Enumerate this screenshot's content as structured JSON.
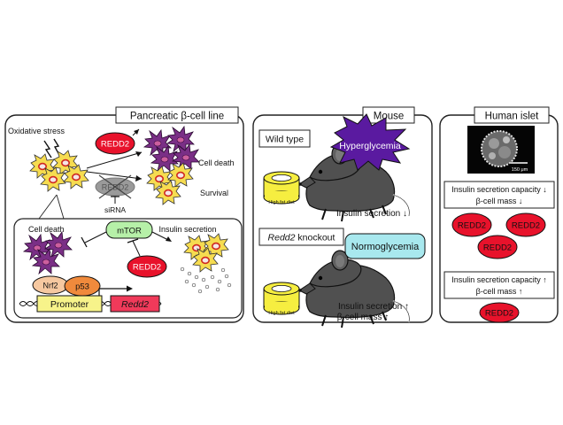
{
  "panels": {
    "beta": {
      "title": "Pancreatic β-cell line",
      "oxidative_stress": "Oxidative stress",
      "cell_death": "Cell death",
      "survival": "Survival",
      "sirna": "siRNA",
      "redd2": "REDD2",
      "inset": {
        "cell_death": "Cell death",
        "insulin_secretion": "Insulin secretion",
        "mtor": "mTOR",
        "redd2": "REDD2",
        "nrf2": "Nrf2",
        "p53": "p53",
        "promoter": "Promoter",
        "gene": "Redd2"
      }
    },
    "mouse": {
      "title": "Mouse",
      "wild_type": "Wild type",
      "hyperglycemia": "Hyperglycemia",
      "high_fat_diet": "High fat diet",
      "wt_insulin": "Insulin secretion ↓",
      "knockout_gene": "Redd2",
      "knockout_suffix": " knockout",
      "normoglycemia": "Normoglycemia",
      "ko_insulin": "Insulin secretion ↑",
      "ko_mass": "β-cell mass ↑"
    },
    "human": {
      "title": "Human islet",
      "scale_bar": "150 μm",
      "low_box": [
        "Insulin secretion capacity ↓",
        "β-cell mass ↓"
      ],
      "high_box": [
        "Insulin secretion capacity ↑",
        "β-cell mass ↑"
      ],
      "redd2": "REDD2"
    }
  },
  "colors": {
    "redd2_fill": "#e8122b",
    "cell_yellow": "#f6dc50",
    "cell_purple": "#7a2f86",
    "mtor_fill": "#b6f0a8",
    "nrf2_fill": "#f6c8a0",
    "p53_fill": "#f08a3c",
    "promoter_fill": "#f7f38a",
    "gene_fill": "#f03a5a",
    "hyper_fill": "#5a1aa0",
    "normo_fill": "#a8e8ee",
    "mouse_fill": "#505050"
  }
}
